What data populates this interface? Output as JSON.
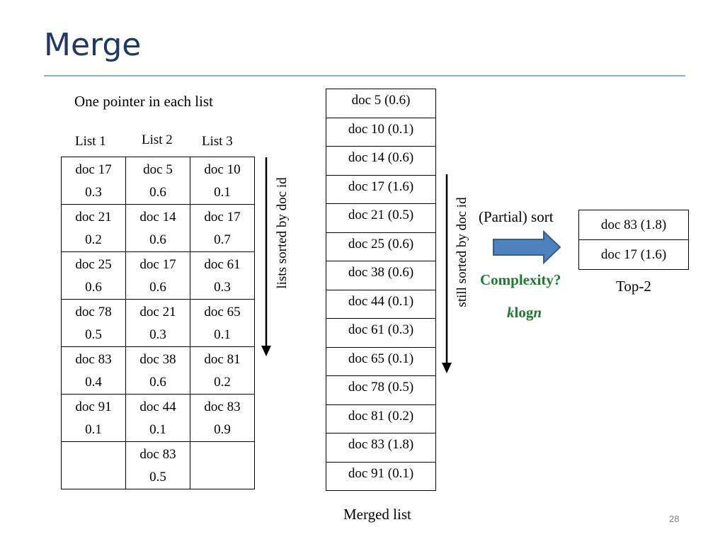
{
  "title": "Merge",
  "pointer_caption": "One pointer in each list",
  "list_headers": [
    "List 1",
    "List 2",
    "List 3"
  ],
  "lists": [
    {
      "doc": [
        "doc 17",
        "doc 5",
        "doc 10"
      ],
      "score": [
        "0.3",
        "0.6",
        "0.1"
      ]
    },
    {
      "doc": [
        "doc 21",
        "doc 14",
        "doc 17"
      ],
      "score": [
        "0.2",
        "0.6",
        "0.7"
      ]
    },
    {
      "doc": [
        "doc 25",
        "doc 17",
        "doc 61"
      ],
      "score": [
        "0.6",
        "0.6",
        "0.3"
      ]
    },
    {
      "doc": [
        "doc 78",
        "doc 21",
        "doc 65"
      ],
      "score": [
        "0.5",
        "0.3",
        "0.1"
      ]
    },
    {
      "doc": [
        "doc 83",
        "doc 38",
        "doc 81"
      ],
      "score": [
        "0.4",
        "0.6",
        "0.2"
      ]
    },
    {
      "doc": [
        "doc 91",
        "doc 44",
        "doc 83"
      ],
      "score": [
        "0.1",
        "0.1",
        "0.9"
      ]
    },
    {
      "doc": [
        "",
        "doc 83",
        ""
      ],
      "score": [
        "",
        "0.5",
        ""
      ]
    }
  ],
  "lists_arrow_label": "lists sorted by doc id",
  "merged_list": [
    "doc 5 (0.6)",
    "doc 10 (0.1)",
    "doc 14 (0.6)",
    "doc 17 (1.6)",
    "doc 21 (0.5)",
    "doc 25 (0.6)",
    "doc 38 (0.6)",
    "doc 44 (0.1)",
    "doc 61 (0.3)",
    "doc 65 (0.1)",
    "doc 78 (0.5)",
    "doc 81 (0.2)",
    "doc 83 (1.8)",
    "doc 91 (0.1)"
  ],
  "merged_caption": "Merged list",
  "merged_arrow_label": "still sorted by doc id",
  "sort_label": "(Partial) sort",
  "complexity_label": "Complexity?",
  "complexity_formula": {
    "k": "k",
    "log": "log",
    "n": "n"
  },
  "top2_list": [
    "doc 83 (1.8)",
    "doc 17 (1.6)"
  ],
  "top2_caption": "Top-2",
  "page_number": "28",
  "colors": {
    "title": "#1f3864",
    "rule": "#8eaadb",
    "arrow_fill": "#4f81bd",
    "arrow_stroke": "#385d8a",
    "complexity": "#1e7b32"
  }
}
